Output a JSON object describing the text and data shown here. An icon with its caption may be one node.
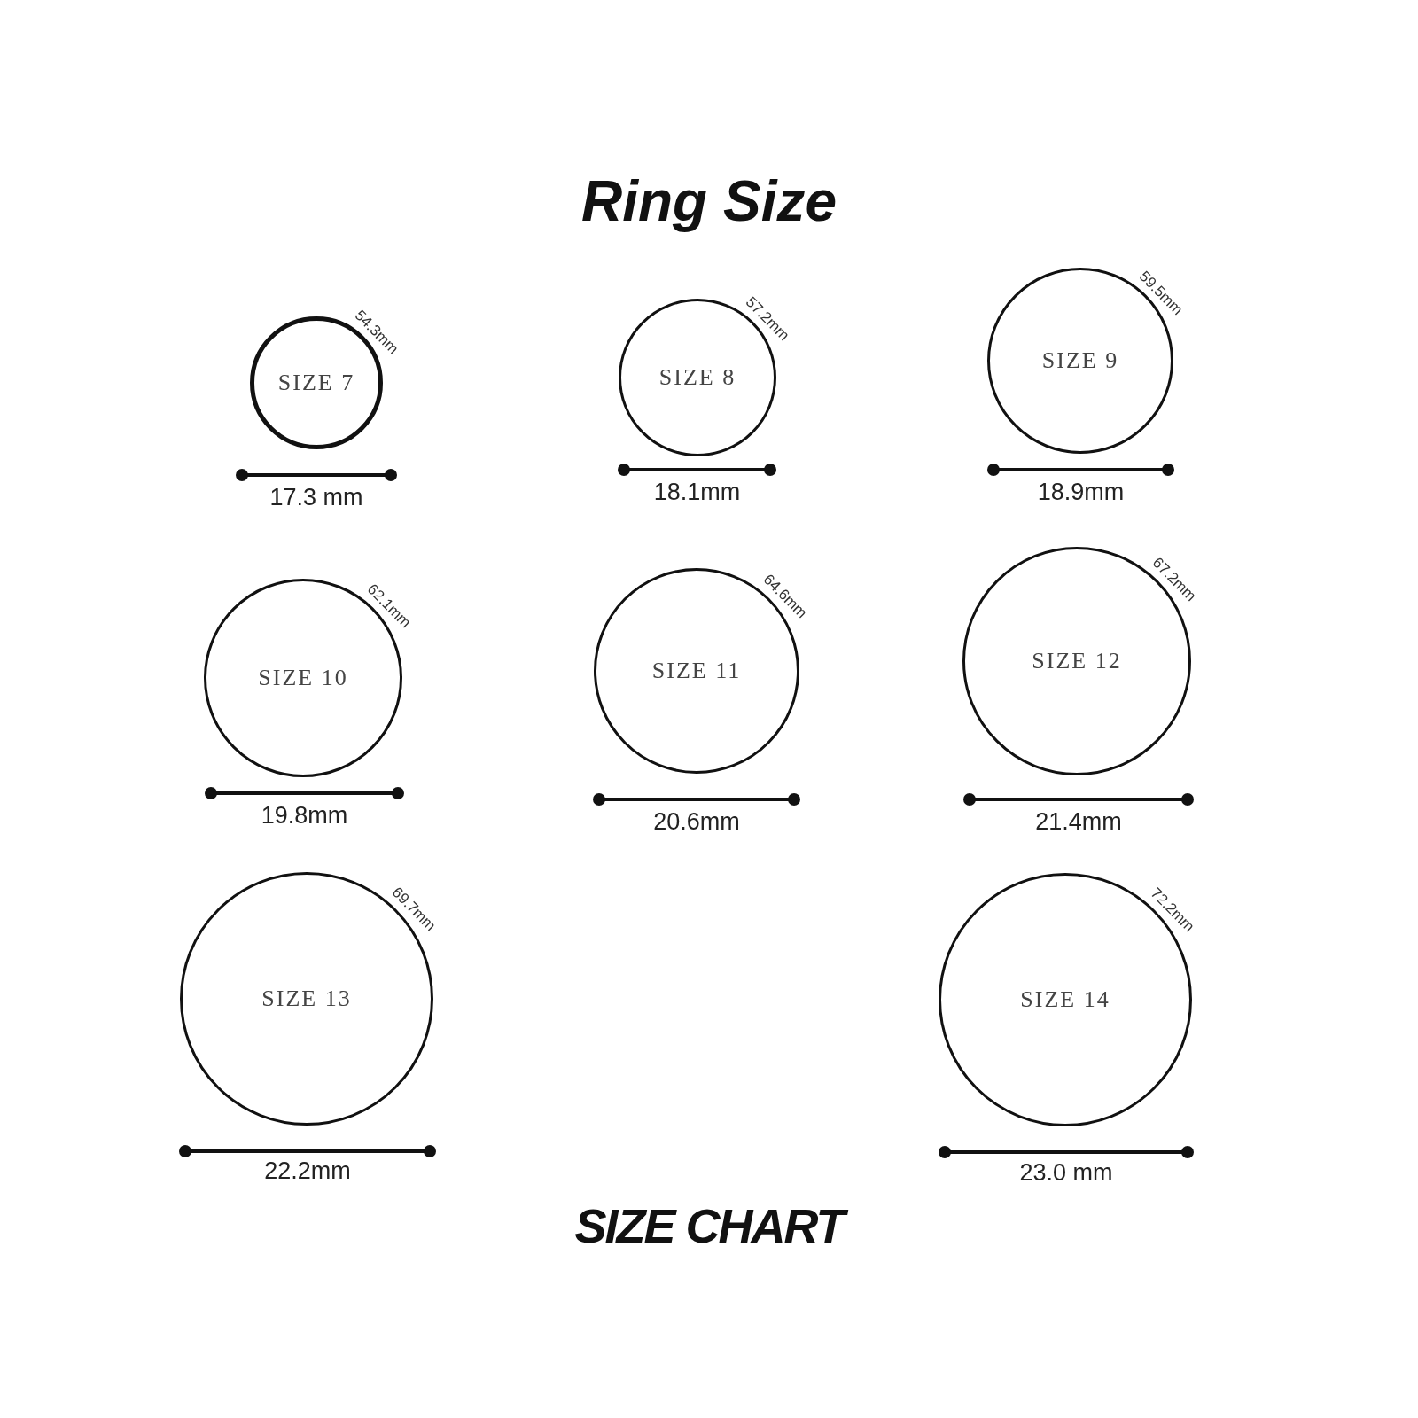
{
  "diagram": {
    "title": "Ring Size",
    "caption": "SIZE CHART",
    "nodes": [
      {
        "text": [
          "SIZE 7",
          "54.3mm"
        ],
        "beside": [
          "17.3 mm"
        ]
      },
      {
        "text": [
          "SIZE 8",
          "57.2mm"
        ],
        "beside": [
          "18.1mm"
        ]
      },
      {
        "text": [
          "SIZE 9",
          "59.5mm"
        ],
        "beside": [
          "18.9mm"
        ]
      },
      {
        "text": [
          "SIZE 10",
          "62.1mm"
        ],
        "beside": [
          "19.8mm"
        ]
      },
      {
        "text": [
          "SIZE 11",
          "64.6mm"
        ],
        "beside": [
          "20.6mm"
        ]
      },
      {
        "text": [
          "SIZE 12",
          "67.2mm"
        ],
        "beside": [
          "21.4mm"
        ]
      },
      {
        "text": [
          "SIZE 13",
          "69.7mm"
        ],
        "beside": [
          "22.2mm"
        ]
      },
      {
        "text": [
          "SIZE 14",
          "72.2mm"
        ],
        "beside": [
          "23.0 mm"
        ]
      }
    ]
  }
}
